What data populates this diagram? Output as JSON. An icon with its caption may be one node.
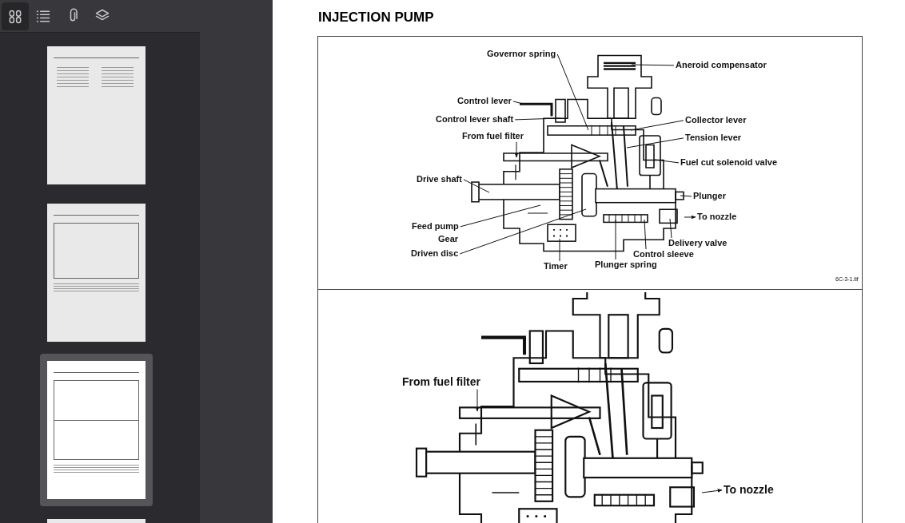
{
  "diagram": {
    "title": "INJECTION PUMP",
    "nodes": [
      {
        "text": [
          "Governor spring"
        ]
      },
      {
        "text": [
          "Aneroid compensator"
        ]
      },
      {
        "text": [
          "Control lever"
        ]
      },
      {
        "text": [
          "Control lever shaft"
        ]
      },
      {
        "text": [
          "Collector lever"
        ]
      },
      {
        "text": [
          "Tension lever"
        ]
      },
      {
        "text": [
          "From fuel filter"
        ]
      },
      {
        "text": [
          "Fuel cut solenoid valve"
        ]
      },
      {
        "text": [
          "Drive shaft"
        ]
      },
      {
        "text": [
          "Plunger"
        ]
      },
      {
        "text": [
          "To nozzle"
        ]
      },
      {
        "text": [
          "Feed pump"
        ]
      },
      {
        "text": [
          "Driven disc"
        ]
      },
      {
        "text": [
          "Timer"
        ]
      },
      {
        "text": [
          "Plunger spring"
        ]
      },
      {
        "text": [
          "Control sleeve"
        ]
      },
      {
        "text": [
          "Delivery valve"
        ]
      },
      {
        "text": [
          "From fuel filter"
        ]
      },
      {
        "text": [
          "To nozzle"
        ]
      },
      {
        "text": [],
        "shape": "picture"
      },
      {
        "text": [],
        "shape": "picture"
      }
    ],
    "edges": [
      {
        "from": 0,
        "to": 19,
        "arrow": "none"
      },
      {
        "from": 1,
        "to": 19,
        "arrow": "none"
      },
      {
        "from": 2,
        "to": 19,
        "arrow": "none"
      },
      {
        "from": 3,
        "to": 19,
        "arrow": "none"
      },
      {
        "from": 4,
        "to": 19,
        "arrow": "none"
      },
      {
        "from": 5,
        "to": 19,
        "arrow": "none"
      },
      {
        "from": 6,
        "to": 19,
        "arrow": "to"
      },
      {
        "from": 7,
        "to": 19,
        "arrow": "none"
      },
      {
        "from": 8,
        "to": 19,
        "arrow": "none"
      },
      {
        "from": 9,
        "to": 19,
        "arrow": "none"
      },
      {
        "from": 19,
        "to": 10,
        "arrow": "to"
      },
      {
        "from": 11,
        "to": 19,
        "arrow": "none"
      },
      {
        "from": 12,
        "to": 19,
        "arrow": "none"
      },
      {
        "from": 13,
        "to": 19,
        "arrow": "none"
      },
      {
        "from": 14,
        "to": 19,
        "arrow": "none"
      },
      {
        "from": 15,
        "to": 19,
        "arrow": "none"
      },
      {
        "from": 16,
        "to": 19,
        "arrow": "none"
      },
      {
        "from": 17,
        "to": 20,
        "arrow": "to"
      },
      {
        "from": 20,
        "to": 18,
        "arrow": "to"
      }
    ],
    "labels": [
      "Gear",
      "6C-3-1.tif"
    ]
  }
}
